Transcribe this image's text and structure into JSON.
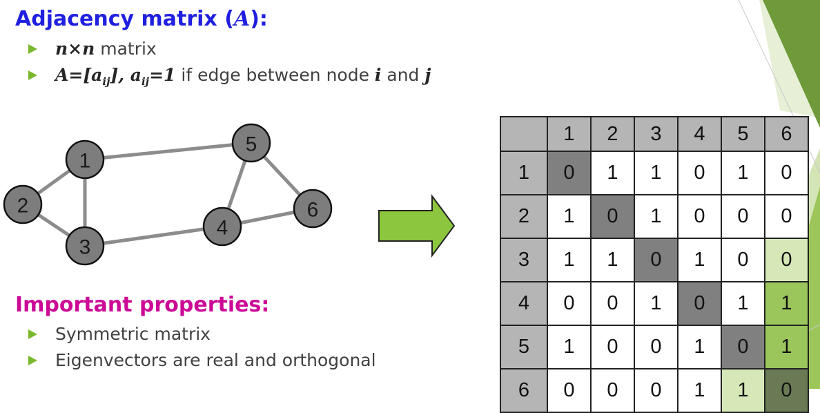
{
  "slide": {
    "title_prefix": "Adjacency matrix (",
    "title_symbol": "A",
    "title_suffix": "):",
    "bullets_top": [
      {
        "math": "n×n",
        "text": " matrix"
      },
      {
        "math_a": "A=[a",
        "sub_a": "ij",
        "math_b": "], a",
        "sub_b": "ij",
        "math_c": "=1",
        "text": " if edge between node ",
        "var_i": "i",
        "text2": " and ",
        "var_j": "j"
      }
    ],
    "properties_heading": "Important properties:",
    "properties": [
      "Symmetric matrix",
      "Eigenvectors are real and orthogonal"
    ]
  },
  "graph": {
    "nodes": [
      "1",
      "2",
      "3",
      "4",
      "5",
      "6"
    ],
    "edges": [
      [
        "1",
        "2"
      ],
      [
        "1",
        "3"
      ],
      [
        "2",
        "3"
      ],
      [
        "1",
        "5"
      ],
      [
        "3",
        "4"
      ],
      [
        "4",
        "5"
      ],
      [
        "4",
        "6"
      ],
      [
        "5",
        "6"
      ]
    ]
  },
  "matrix": {
    "col_headers": [
      "1",
      "2",
      "3",
      "4",
      "5",
      "6"
    ],
    "row_headers": [
      "1",
      "2",
      "3",
      "4",
      "5",
      "6"
    ],
    "rows": [
      [
        "0",
        "1",
        "1",
        "0",
        "1",
        "0"
      ],
      [
        "1",
        "0",
        "1",
        "0",
        "0",
        "0"
      ],
      [
        "1",
        "1",
        "0",
        "1",
        "0",
        "0"
      ],
      [
        "0",
        "0",
        "1",
        "0",
        "1",
        "1"
      ],
      [
        "1",
        "0",
        "0",
        "1",
        "0",
        "1"
      ],
      [
        "0",
        "0",
        "0",
        "1",
        "1",
        "0"
      ]
    ]
  },
  "colors": {
    "title": "#1f1fe0",
    "properties_heading": "#cc0a96",
    "bullet_arrow": "#7ab82b",
    "transform_arrow": "#8cc63f",
    "node_fill": "#7d7d7d",
    "header_fill": "#b5b5b5",
    "diagonal_fill": "#808080"
  }
}
